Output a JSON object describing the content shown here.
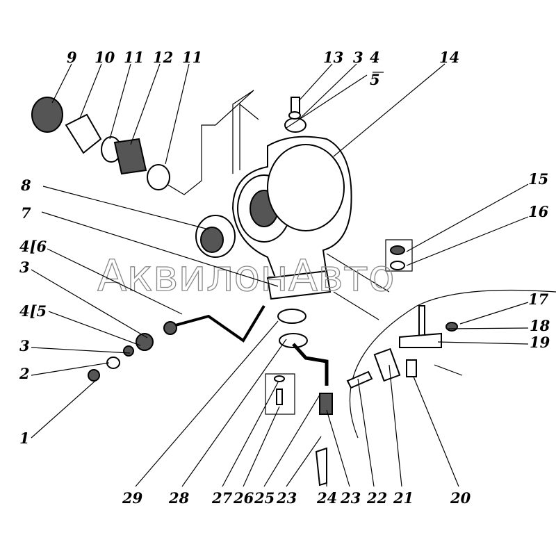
{
  "watermark": "АквилонАвто",
  "labels": {
    "p9": "9",
    "p10": "10",
    "p11a": "11",
    "p12": "12",
    "p11b": "11",
    "p13": "13",
    "p3top": "3",
    "p4top": "4",
    "p5top": "5",
    "p14": "14",
    "p8": "8",
    "p7": "7",
    "p4_6": "4[6",
    "p3a": "3",
    "p4_5": "4[5",
    "p3b": "3",
    "p2": "2",
    "p1": "1",
    "p15": "15",
    "p16": "16",
    "p17": "17",
    "p18": "18",
    "p19": "19",
    "p29": "29",
    "p28": "28",
    "p27": "27",
    "p26": "26",
    "p25": "25",
    "p23a": "23",
    "p24": "24",
    "p23b": "23",
    "p22": "22",
    "p21": "21",
    "p20": "20"
  }
}
